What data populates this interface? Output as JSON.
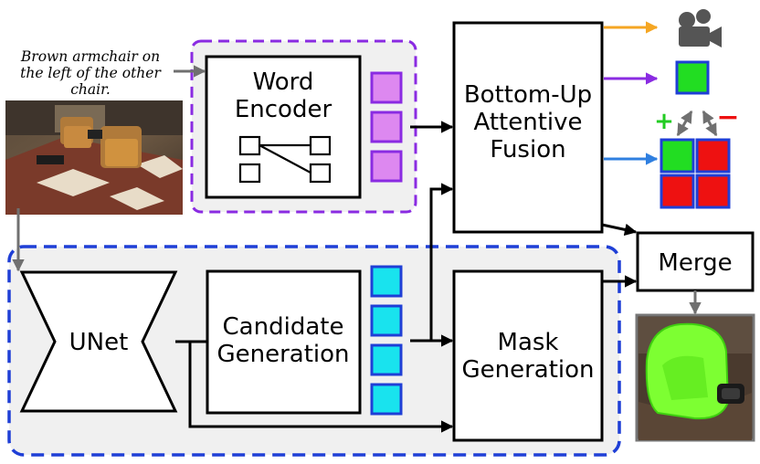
{
  "caption": {
    "lines": [
      "Brown armchair on",
      "the left of the other",
      "chair."
    ]
  },
  "blocks": {
    "word_encoder": [
      "Word",
      "Encoder"
    ],
    "fusion": [
      "Bottom-Up",
      "Attentive",
      "Fusion"
    ],
    "unet": "UNet",
    "candidate": [
      "Candidate",
      "Generation"
    ],
    "mask": [
      "Mask",
      "Generation"
    ],
    "merge": "Merge"
  },
  "signs": {
    "plus": "+",
    "minus": "−"
  },
  "icons": [
    "scene-image",
    "camera-icon",
    "word-embedding-cell",
    "candidate-cell",
    "selected-mask-cell",
    "mask-grid-cell",
    "output-segmentation-image"
  ],
  "colors": {
    "language_group_border": "#8a2be2",
    "vision_group_border": "#1f3fd6",
    "word_cell": "#dd88f0",
    "word_cell_border": "#8a2be2",
    "candidate_cell": "#19e3ee",
    "candidate_cell_border": "#1f3fd6",
    "arrow_camera": "#f5a623",
    "arrow_selected": "#8a2be2",
    "arrow_grid": "#2f7fe0",
    "mask_green": "#22dd22",
    "mask_red": "#ee1111",
    "plus_green": "#22cc22",
    "minus_red": "#ee1111",
    "grey_arrow": "#707070"
  }
}
